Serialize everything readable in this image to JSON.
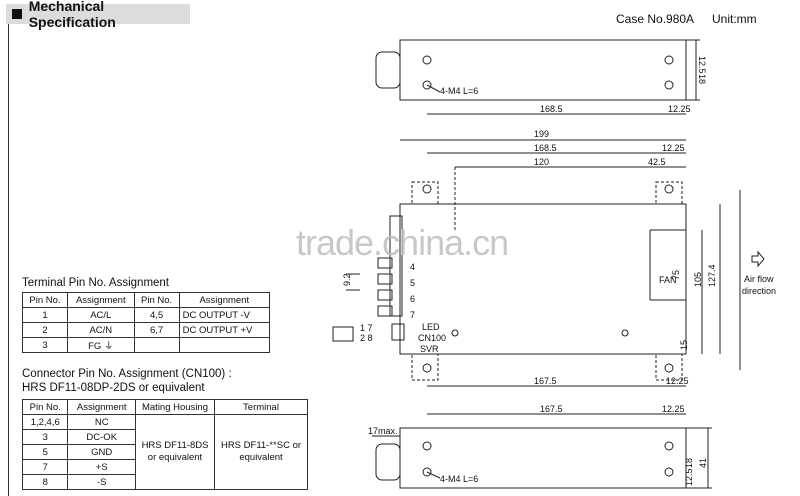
{
  "header": {
    "title": "Mechanical Specification",
    "case_no": "Case No.980A",
    "unit": "Unit:mm"
  },
  "terminal_table": {
    "title": "Terminal Pin No.  Assignment",
    "headers": [
      "Pin No.",
      "Assignment",
      "Pin No.",
      "Assignment"
    ],
    "rows": [
      [
        "1",
        "AC/L",
        "4,5",
        "DC OUTPUT -V"
      ],
      [
        "2",
        "AC/N",
        "6,7",
        "DC OUTPUT +V"
      ],
      [
        "3",
        "FG ⏚",
        "",
        ""
      ]
    ]
  },
  "connector_table": {
    "title_line1": "Connector Pin No. Assignment (CN100) :",
    "title_line2": "HRS DF11-08DP-2DS or equivalent",
    "headers": [
      "Pin No.",
      "Assignment",
      "Mating Housing",
      "Terminal"
    ],
    "rows": [
      [
        "1,2,4,6",
        "NC"
      ],
      [
        "3",
        "DC-OK"
      ],
      [
        "5",
        "GND"
      ],
      [
        "7",
        "+S"
      ],
      [
        "8",
        "-S"
      ]
    ],
    "housing": "HRS DF11-8DS or equivalent",
    "terminal": "HRS DF11-**SC or equivalent"
  },
  "drawing": {
    "top_view": {
      "screw_label": "4-M4 L=6",
      "dim_width": "168.5",
      "dim_h1": "12.5",
      "dim_h2": "18",
      "dim_offset": "12.25"
    },
    "main_view": {
      "dim_total": "199",
      "dim_holes": "168.5",
      "dim_edge": "12.25",
      "dim_inner": "120",
      "dim_right": "42.5",
      "dim_bottom": "167.5",
      "dim_bottom_edge": "12.25",
      "dim_h75": "75",
      "dim_h105": "105",
      "dim_h127": "127.4",
      "dim_h15": "15",
      "dim_92": "9.2",
      "fan": "FAN",
      "airflow1": "Air flow",
      "airflow2": "direction",
      "led": "LED",
      "cn100": "CN100",
      "svr": "SVR",
      "pins": [
        "4",
        "5",
        "6",
        "7"
      ],
      "conn_pins_top": "1 7",
      "conn_pins_bot": "2 8"
    },
    "bottom_view": {
      "max_label": "17max.",
      "dim_width": "167.5",
      "dim_edge": "12.25",
      "screw_label": "4-M4 L=6",
      "dim_h1": "12.5",
      "dim_h2": "18",
      "dim_h3": "41"
    }
  },
  "watermark": "trade.china.cn"
}
